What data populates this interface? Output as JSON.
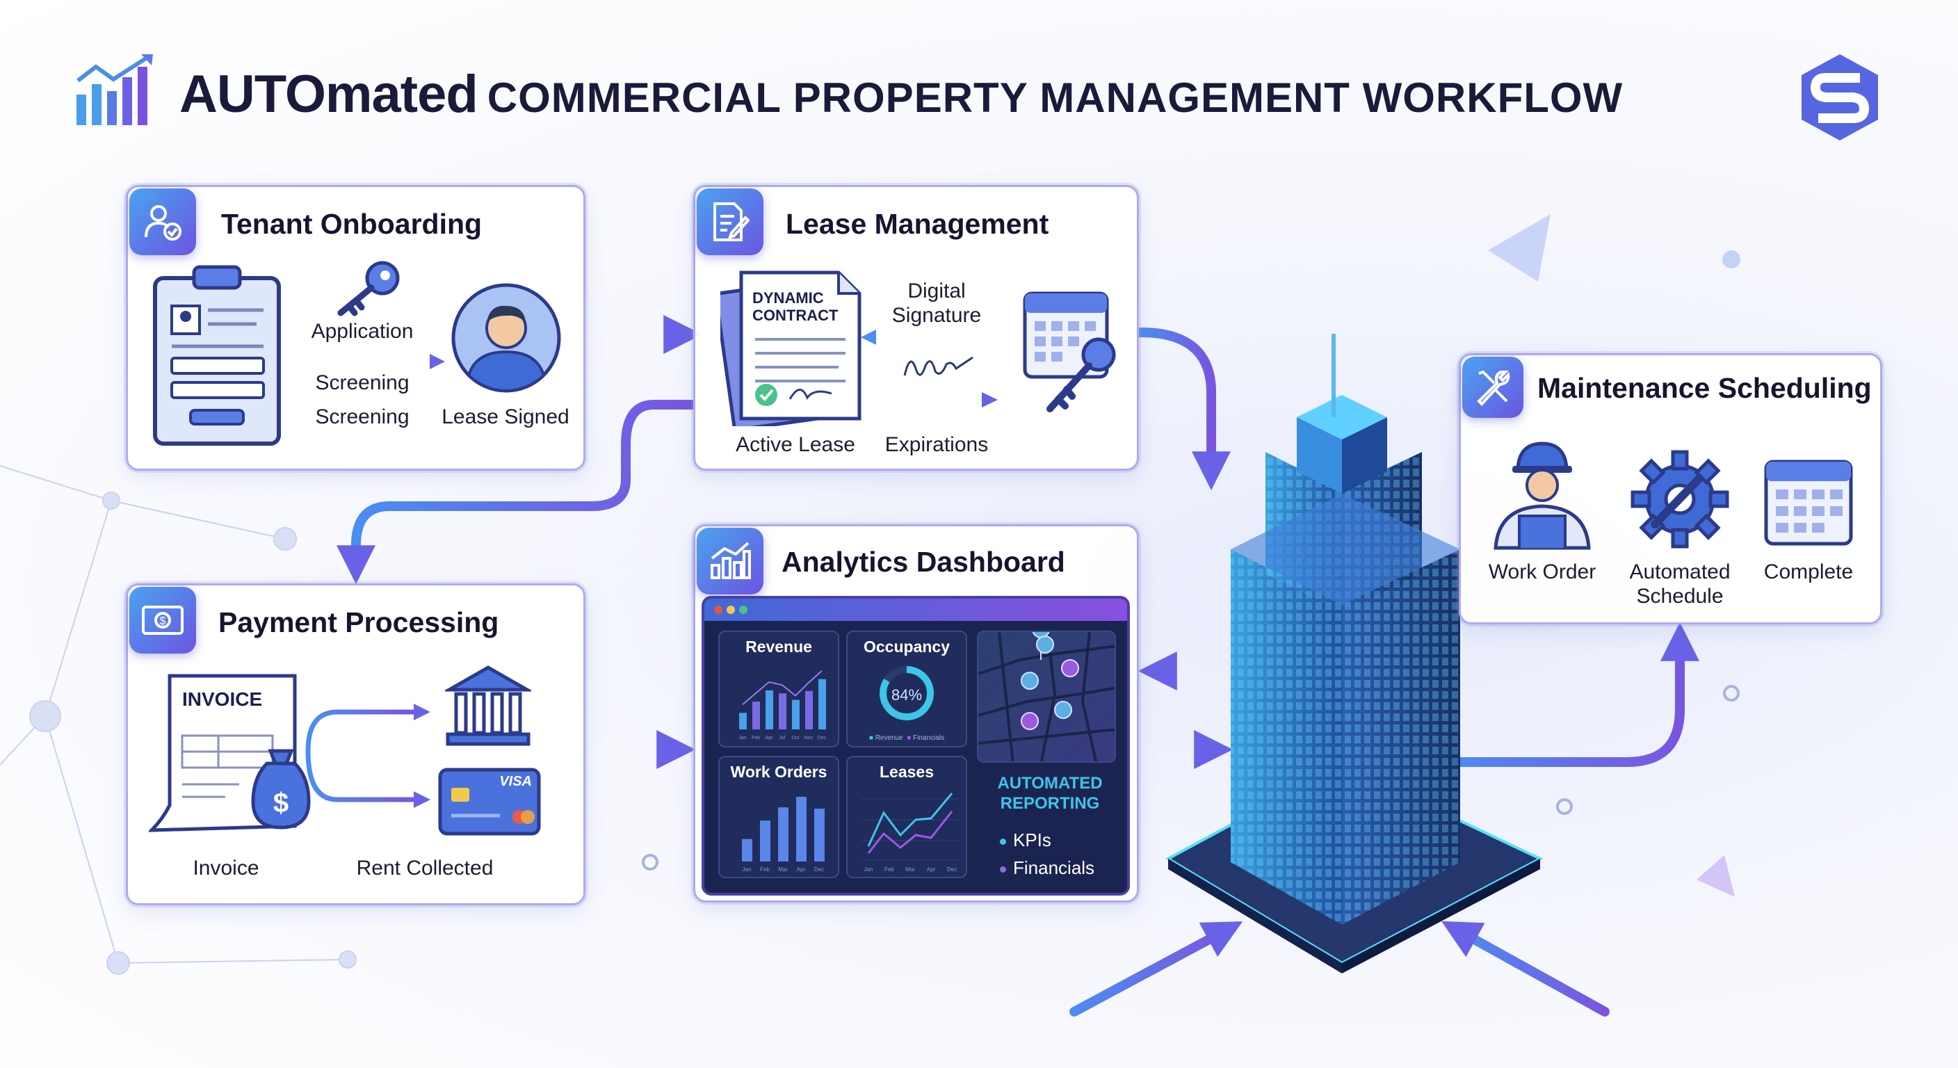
{
  "header": {
    "title_prefix": "AUTOmated",
    "title_main": "COMMERCIAL PROPERTY MANAGEMENT WORKFLOW",
    "logo_icon": "bar-chart-growth-icon",
    "brand_icon": "s-hexagon-logo"
  },
  "colors": {
    "accent_blue": "#4aa3f0",
    "accent_purple": "#6b55e0",
    "dark_text": "#1a1a3a",
    "dashboard_bg": "#1b2450",
    "cyan": "#3cc6e8"
  },
  "tenant_onboarding": {
    "title": "Tenant Onboarding",
    "icon": "user-check-icon",
    "labels": {
      "application": "Application",
      "screening_1": "Screening",
      "screening_2": "Screening",
      "lease_signed": "Lease Signed"
    }
  },
  "lease_management": {
    "title": "Lease Management",
    "icon": "document-edit-icon",
    "contract_line1": "DYNAMIC",
    "contract_line2": "CONTRACT",
    "digital_signature_1": "Digital",
    "digital_signature_2": "Signature",
    "active_lease": "Active Lease",
    "expirations": "Expirations"
  },
  "maintenance": {
    "title": "Maintenance Scheduling",
    "icon": "wrench-screwdriver-icon",
    "work_order": "Work Order",
    "automated_1": "Automated",
    "automated_2": "Schedule",
    "complete": "Complete"
  },
  "payment": {
    "title": "Payment Processing",
    "icon": "money-bill-icon",
    "invoice_doc": "INVOICE",
    "card_brand": "VISA",
    "invoice": "Invoice",
    "rent_collected": "Rent Collected"
  },
  "analytics": {
    "title": "Analytics Dashboard",
    "icon": "bar-chart-icon",
    "revenue": {
      "title": "Revenue",
      "months": [
        "Jan",
        "Feb",
        "Apr",
        "Jul",
        "Oct",
        "Nov",
        "Dec"
      ],
      "bars": [
        0.28,
        0.47,
        0.66,
        0.61,
        0.5,
        0.65,
        0.85
      ]
    },
    "occupancy": {
      "title": "Occupancy",
      "value": "84%",
      "percent": 84,
      "legend": [
        "Revenue",
        "Financials"
      ]
    },
    "work_orders": {
      "title": "Work Orders",
      "months": [
        "Jan",
        "Feb",
        "Mar",
        "Apr",
        "Dec"
      ],
      "values": [
        170,
        310,
        410,
        490,
        400
      ],
      "ymax": 500
    },
    "leases": {
      "title": "Leases",
      "months": [
        "Jan",
        "Feb",
        "Mar",
        "Apr",
        "Dec"
      ]
    },
    "reporting_1": "AUTOMATED",
    "reporting_2": "REPORTING",
    "bullets": [
      "KPIs",
      "Financials"
    ]
  }
}
